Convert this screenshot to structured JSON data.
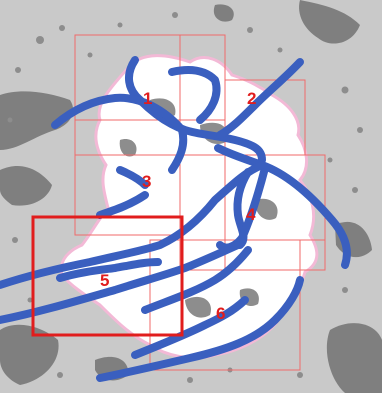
{
  "map": {
    "colors": {
      "background": "#c9c9c9",
      "dark_patches": "#7f7f7f",
      "urban_core": "#ffffff",
      "urban_edge": "#f3b9d6",
      "rivers": "#3a5fbf",
      "grid": "#f06a6a",
      "highlight": "#e11d1d",
      "labels": "#e11d1d"
    },
    "labels": [
      {
        "id": "1",
        "text": "1"
      },
      {
        "id": "2",
        "text": "2"
      },
      {
        "id": "3",
        "text": "3"
      },
      {
        "id": "4",
        "text": "4"
      },
      {
        "id": "5",
        "text": "5"
      },
      {
        "id": "6",
        "text": "6"
      }
    ]
  }
}
